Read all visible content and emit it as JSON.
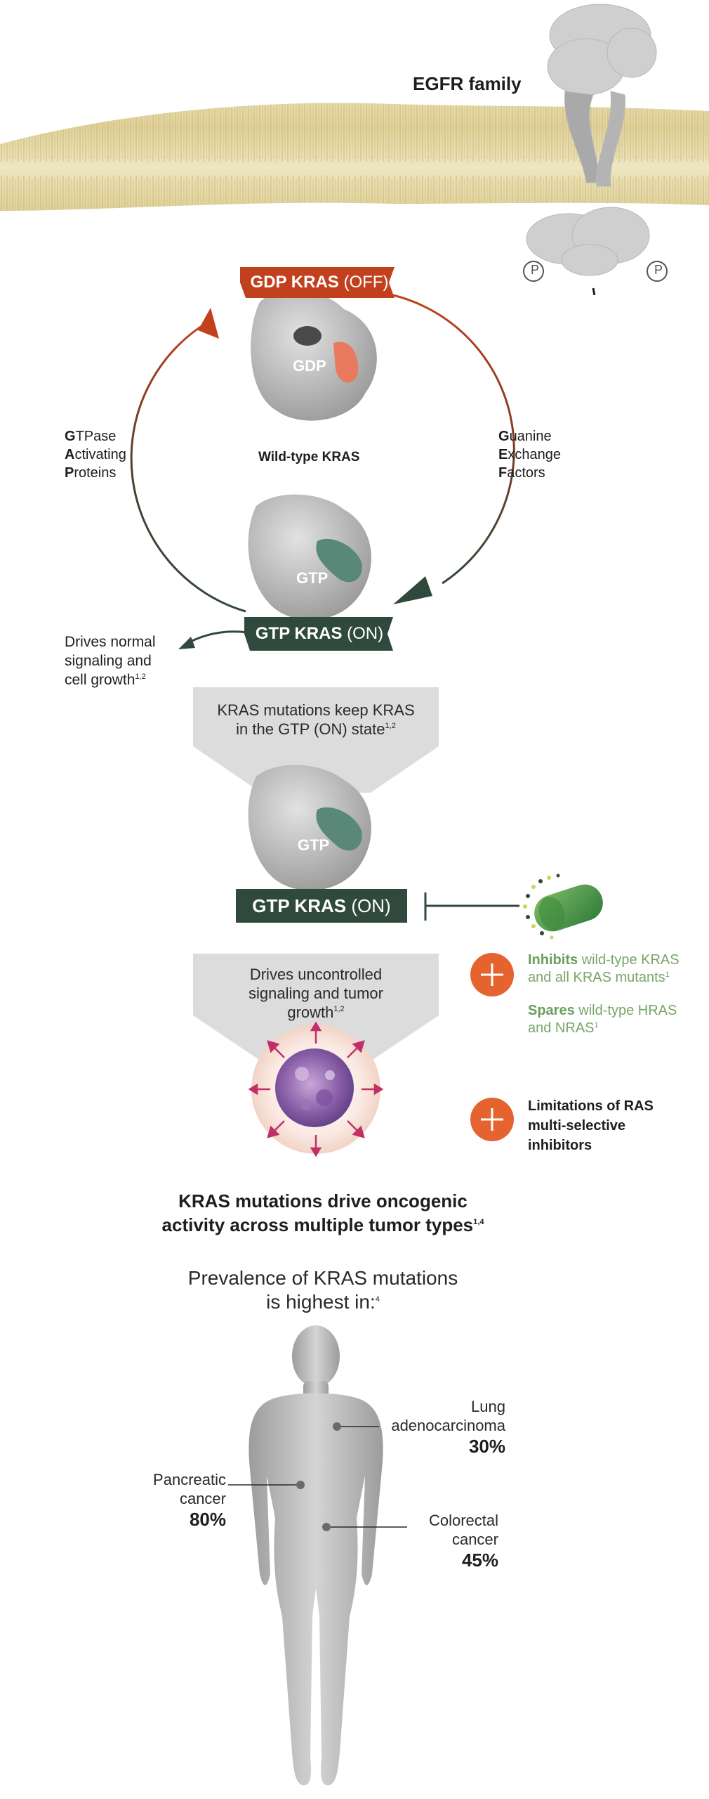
{
  "membrane": {
    "receptor_label": "EGFR family"
  },
  "cycle": {
    "off_label_bold": "GDP KRAS",
    "off_label_light": "(OFF)",
    "on_label_bold": "GTP KRAS",
    "on_label_light": "(ON)",
    "gdp_text": "GDP",
    "gtp_text": "GTP",
    "center_label": "Wild-type KRAS",
    "left_label": {
      "l1_cap": "G",
      "l1": "TPase",
      "l2_cap": "A",
      "l2": "ctivating",
      "l3_cap": "P",
      "l3": "roteins"
    },
    "right_label": {
      "l1_cap": "G",
      "l1": "uanine",
      "l2_cap": "E",
      "l2": "xchange",
      "l3_cap": "F",
      "l3": "actors"
    },
    "normal_growth": {
      "l1": "Drives normal",
      "l2": "signaling and",
      "l3": "cell growth",
      "ref": "1,2"
    },
    "phospho_symbol": "P"
  },
  "mutation": {
    "callout_l1": "KRAS mutations keep KRAS",
    "callout_l2": "in the GTP (ON) state",
    "callout_ref": "1,2",
    "gtp_text": "GTP",
    "on_label_bold": "GTP KRAS",
    "on_label_light": "(ON)",
    "uncontrolled_l1": "Drives uncontrolled",
    "uncontrolled_l2": "signaling and tumor",
    "uncontrolled_l3": "growth",
    "uncontrolled_ref": "1,2"
  },
  "inhibitor": {
    "inhibits_bold": "Inhibits",
    "inhibits_rest_l1": " wild-type KRAS",
    "inhibits_l2": "and all KRAS mutants",
    "inhibits_ref": "1",
    "spares_bold": "Spares",
    "spares_rest_l1": " wild-type HRAS",
    "spares_l2": "and NRAS",
    "spares_ref": "1",
    "limitations_l1": "Limitations of RAS",
    "limitations_l2": "multi-selective",
    "limitations_l3": "inhibitors"
  },
  "prevalence": {
    "headline_l1": "KRAS mutations drive oncogenic",
    "headline_l2": "activity across multiple tumor types",
    "headline_ref": "1,4",
    "sub_l1": "Prevalence of KRAS mutations",
    "sub_l2": "is highest in:",
    "sub_ref": "4",
    "lung": {
      "l1": "Lung",
      "l2": "adenocarcinoma",
      "pct": "30%"
    },
    "pancreatic": {
      "l1": "Pancreatic",
      "l2": "cancer",
      "pct": "80%"
    },
    "colorectal": {
      "l1": "Colorectal",
      "l2": "cancer",
      "pct": "45%"
    }
  },
  "colors": {
    "off_red": "#c2401e",
    "on_green": "#2f4a3c",
    "accent_orange": "#e4632f",
    "inhibitor_green": "#6a9e5b",
    "callout_gray": "#dcdcdc",
    "membrane_yellow": "#e8dcaa"
  }
}
